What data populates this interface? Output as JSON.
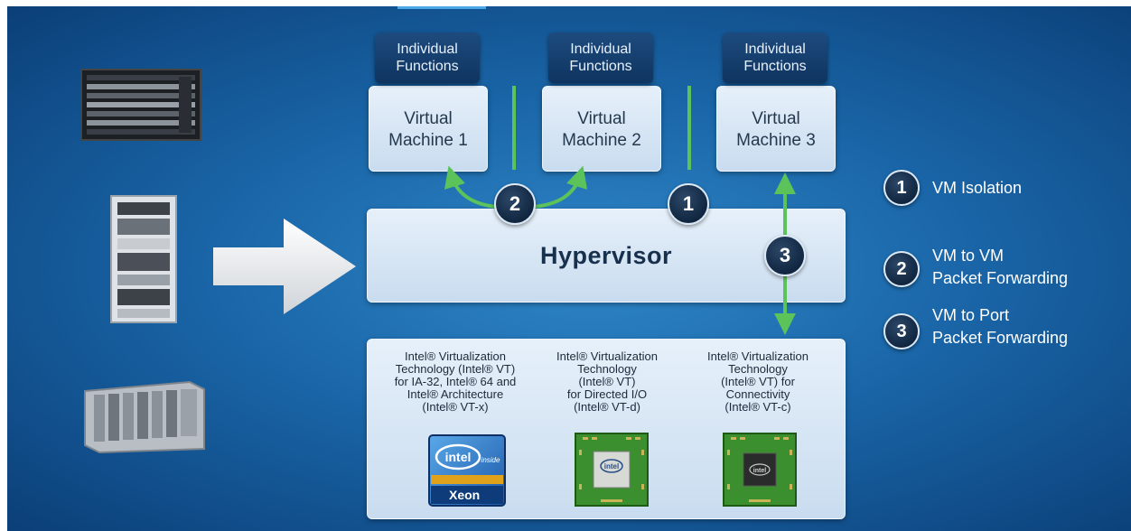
{
  "virtual_machines": [
    {
      "function_label": "Individual\nFunctions",
      "label": "Virtual\nMachine 1"
    },
    {
      "function_label": "Individual\nFunctions",
      "label": "Virtual\nMachine 2"
    },
    {
      "function_label": "Individual\nFunctions",
      "label": "Virtual\nMachine 3"
    }
  ],
  "hypervisor": {
    "label": "Hypervisor"
  },
  "technologies": [
    {
      "text": "Intel® Virtualization\nTechnology (Intel® VT)\nfor IA-32, Intel® 64 and\nIntel® Architecture\n(Intel® VT-x)",
      "chip_text": "intel inside",
      "chip_brand": "Xeon"
    },
    {
      "text": "Intel® Virtualization\nTechnology\n(Intel® VT)\nfor Directed I/O\n(Intel® VT-d)",
      "chip_text": "intel"
    },
    {
      "text": "Intel® Virtualization\nTechnology\n(Intel® VT) for\nConnectivity\n(Intel® VT-c)",
      "chip_text": "intel"
    }
  ],
  "diagram_badges": {
    "vm_to_vm": "2",
    "isolation": "1",
    "vm_to_port": "3"
  },
  "legend": [
    {
      "number": "1",
      "text": "VM Isolation"
    },
    {
      "number": "2",
      "text": "VM to VM\nPacket Forwarding"
    },
    {
      "number": "3",
      "text": "VM to Port\nPacket Forwarding"
    }
  ],
  "colors": {
    "background": "#1a66a8",
    "panel": "#d6e5f4",
    "function_tab": "#143e6d",
    "connector_green": "#5cc25a",
    "badge": "#112640",
    "arrow": "#e6e6e6"
  },
  "icons": {
    "hardware": [
      "rack-chassis-icon",
      "cabinet-icon",
      "blade-server-icon"
    ],
    "arrow": "right-arrow-icon",
    "chips": [
      "xeon-chip-icon",
      "vt-d-chip-icon",
      "vt-c-chip-icon"
    ]
  }
}
